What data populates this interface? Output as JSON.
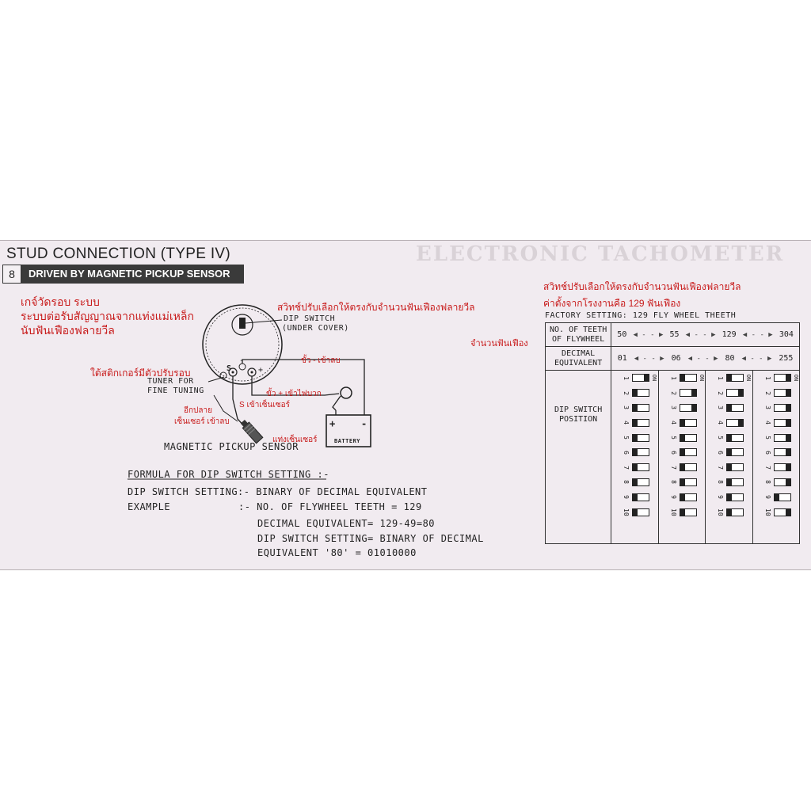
{
  "header": {
    "title": "STUD CONNECTION (TYPE IV)",
    "section_number": "8",
    "section_title": "DRIVEN BY MAGNETIC PICKUP SENSOR",
    "bg_ghost": "ELECTRONIC TACHOMETER"
  },
  "colors": {
    "annotation_red": "#c81b1b",
    "section_bar": "#3a3a3a",
    "paper": "#f1ebf0"
  },
  "thai_notes": {
    "top_left_line1": "เกจ์วัดรอบ ระบบ",
    "top_left_line2": "ระบบต่อรับสัญญาณจากแท่งแม่เหล็ก",
    "top_left_line3": "นับฟันเฟืองฟลายวีล",
    "dip_note": "สวิทช์ปรับเลือกให้ตรงกับจำนวนฟันเฟืองฟลายวีล",
    "tuner_note": "ใต้สติกเกอร์มีตัวปรับรอบ",
    "neg_note": "ขั้ว - เข้าลบ",
    "pos_note": "ขั้ว + เข้าไฟบวก",
    "s_note": "S เข้าเซ็นเซอร์",
    "other_end_line1": "อีกปลาย",
    "other_end_line2": "เซ็นเซอร์ เข้าลบ",
    "sensor_note": "แท่งเซ็นเซอร์",
    "table_note_line1": "สวิทช์ปรับเลือกให้ตรงกับจำนวนฟันเฟืองฟลายวีล",
    "table_note_line2": "ค่าตั้งจากโรงงานคือ 129 ฟันเฟือง",
    "teeth_count_note": "จำนวนฟันเฟือง"
  },
  "diagram": {
    "dip_switch_label_line1": "DIP SWITCH",
    "dip_switch_label_line2": "(UNDER COVER)",
    "tuner_label_line1": "TUNER FOR",
    "tuner_label_line2": "FINE TUNING",
    "sensor_label": "MAGNETIC PICKUP SENSOR",
    "battery_label": "BATTERY",
    "terminal_s": "S",
    "terminal_neg": "-",
    "terminal_pos": "+"
  },
  "formula": {
    "heading": "FORMULA FOR DIP SWITCH SETTING :-",
    "line1": "DIP SWITCH SETTING:- BINARY OF DECIMAL EQUIVALENT",
    "example_label": "EXAMPLE",
    "example_line1": ":- NO. OF FLYWHEEL TEETH = 129",
    "example_line2": "DECIMAL EQUIVALENT= 129-49=80",
    "example_line3": "DIP SWITCH SETTING= BINARY OF DECIMAL",
    "example_line4": "EQUIVALENT '80' = 01010000"
  },
  "table": {
    "factory_setting": "FACTORY SETTING: 129 FLY WHEEL THEETH",
    "row1_label_line1": "NO. OF TEETH",
    "row1_label_line2": "OF FLYWHEEL",
    "row2_label_line1": "DECIMAL",
    "row2_label_line2": "EQUIVALENT",
    "row3_label_line1": "DIP SWITCH",
    "row3_label_line2": "POSITION",
    "teeth_values": [
      "50",
      "55",
      "129",
      "304"
    ],
    "decimal_values": [
      "01",
      "06",
      "80",
      "255"
    ],
    "on_label": "ON",
    "switch_numbers": [
      "1",
      "2",
      "3",
      "4",
      "5",
      "6",
      "7",
      "8",
      "9",
      "10"
    ]
  }
}
